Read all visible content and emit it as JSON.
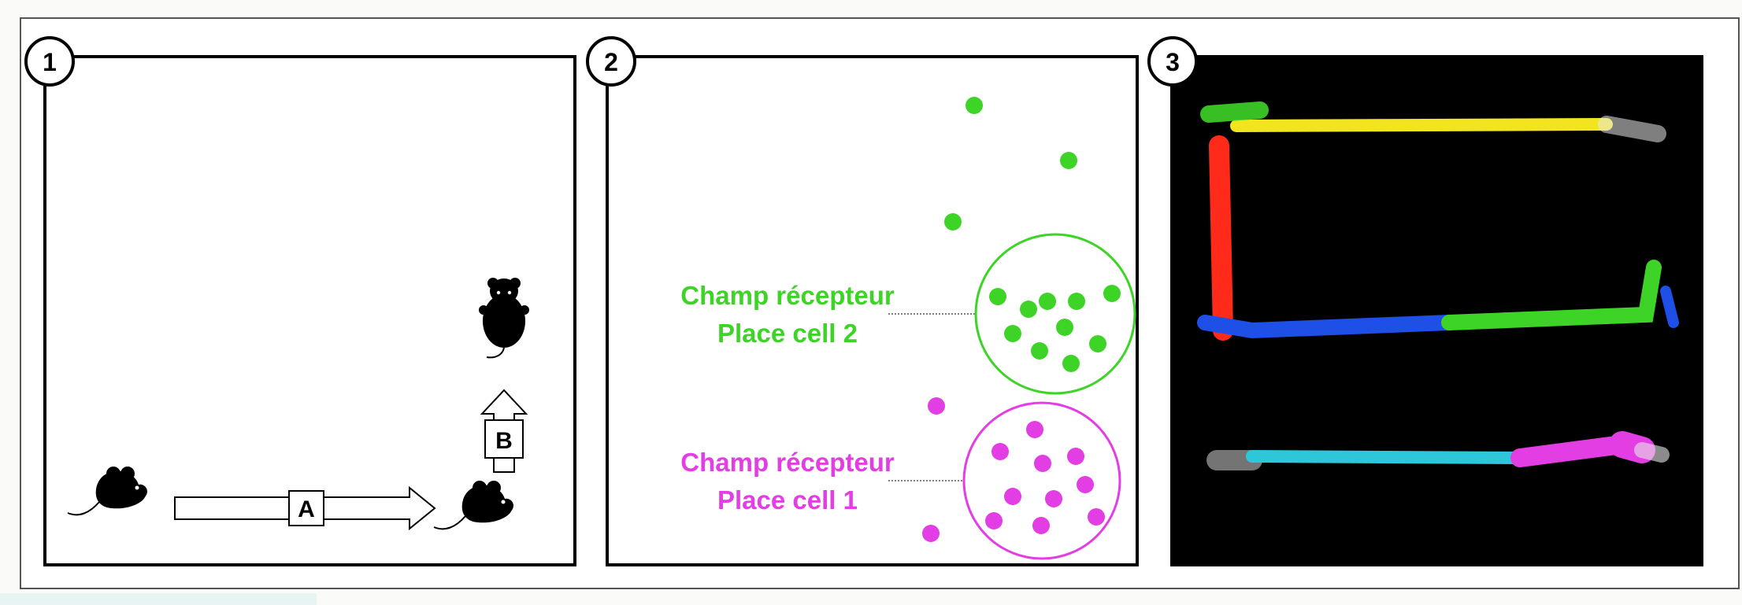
{
  "figure": {
    "panels": [
      {
        "number": "1",
        "movements": [
          {
            "label": "A",
            "direction": "right"
          },
          {
            "label": "B",
            "direction": "up"
          }
        ]
      },
      {
        "number": "2",
        "place_cells": [
          {
            "line1": "Champ récepteur",
            "line2": "Place cell 2",
            "color": "#3ed427"
          },
          {
            "line1": "Champ récepteur",
            "line2": "Place cell 1",
            "color": "#e23ee3"
          }
        ]
      },
      {
        "number": "3",
        "track_colors": {
          "red": "#ff2a1a",
          "blue": "#1e4fe6",
          "green": "#3ed427",
          "yellow": "#f2e41e",
          "cyan": "#2ec7d9",
          "magenta": "#e23ee3",
          "white": "#e8e8e8"
        }
      }
    ]
  }
}
